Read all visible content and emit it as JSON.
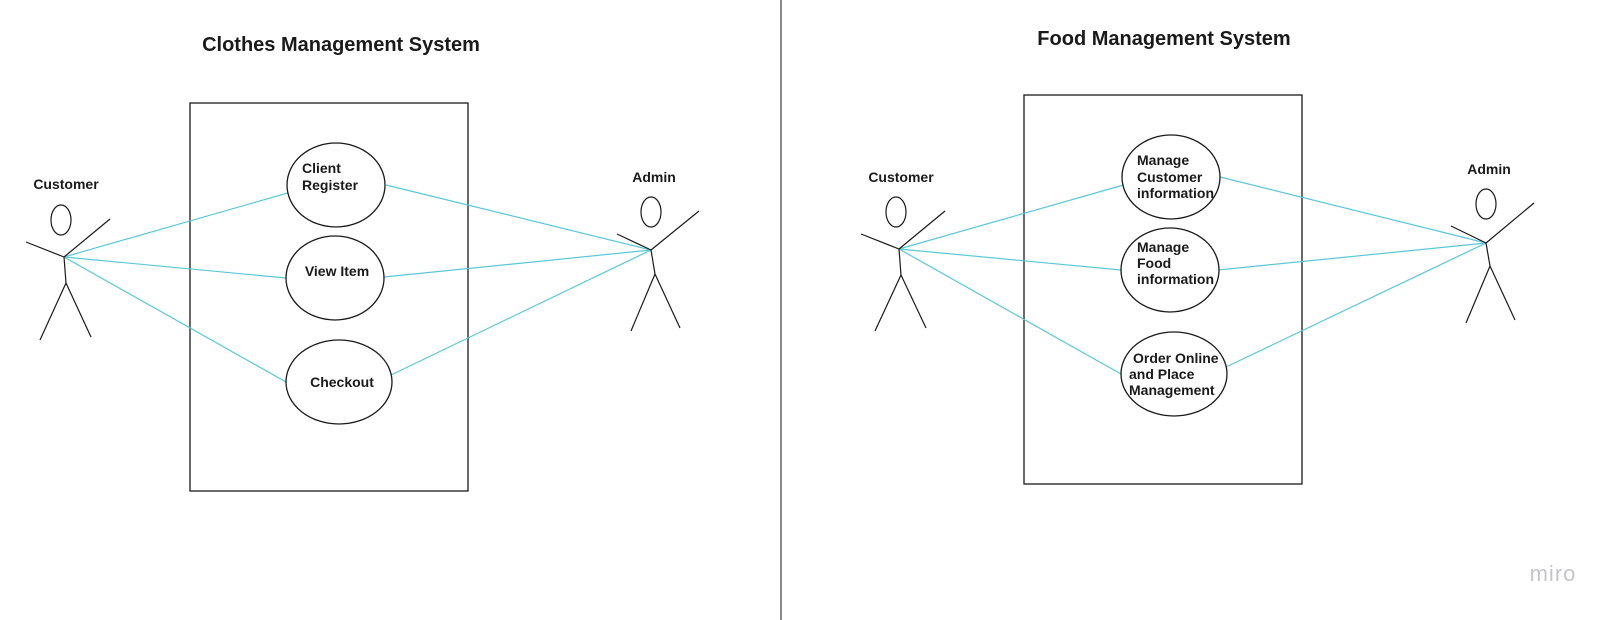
{
  "diagrams": [
    {
      "title": "Clothes Management System",
      "actors": [
        {
          "label": "Customer"
        },
        {
          "label": "Admin"
        }
      ],
      "use_cases": [
        {
          "lines": [
            "Client",
            "Register"
          ]
        },
        {
          "lines": [
            "View Item"
          ]
        },
        {
          "lines": [
            "Checkout"
          ]
        }
      ]
    },
    {
      "title": "Food Management System",
      "actors": [
        {
          "label": "Customer"
        },
        {
          "label": "Admin"
        }
      ],
      "use_cases": [
        {
          "lines": [
            "Manage",
            "Customer",
            "information"
          ]
        },
        {
          "lines": [
            "Manage",
            "Food",
            "information"
          ]
        },
        {
          "lines": [
            "Order Online",
            "and Place",
            "Management"
          ]
        }
      ]
    }
  ],
  "watermark": "miro",
  "colors": {
    "association_line": "#5bc8d8",
    "outline": "#1a1a1a",
    "divider": "#8a8a8a",
    "watermark": "#c4c4cc"
  }
}
